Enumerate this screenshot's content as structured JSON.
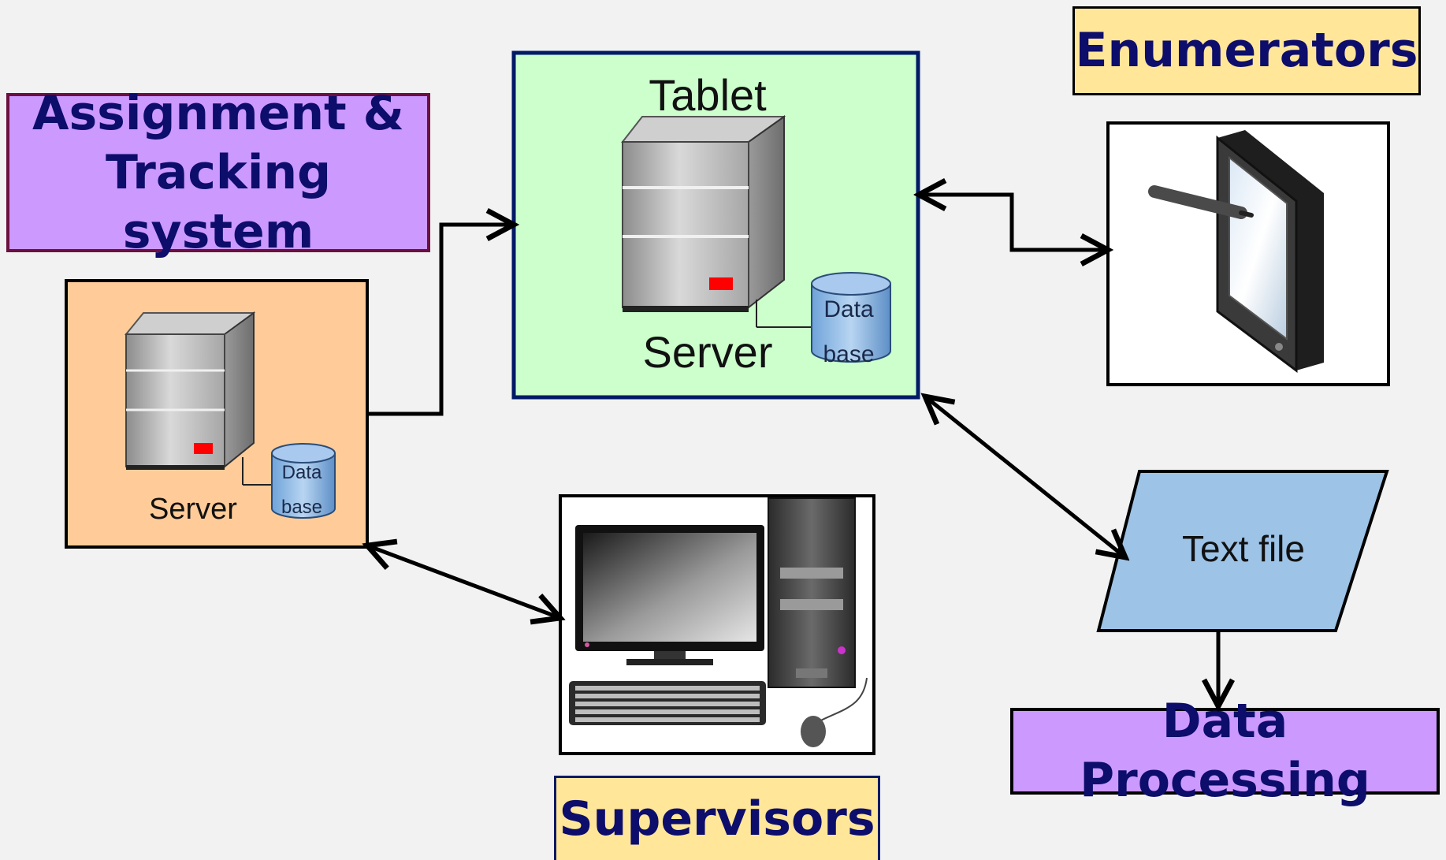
{
  "labels": {
    "assignment_line1": "Assignment &",
    "assignment_line2": "Tracking system",
    "enumerators": "Enumerators",
    "supervisors": "Supervisors",
    "data_processing": "Data Processing"
  },
  "tablet_server": {
    "title": "Tablet",
    "server_label": "Server",
    "db_line1": "Data",
    "db_line2": "base"
  },
  "ats_server": {
    "server_label": "Server",
    "db_line1": "Data",
    "db_line2": "base"
  },
  "text_file": {
    "label": "Text file"
  },
  "colors": {
    "background": "#f2f2f2",
    "purple_box": "#cc99ff",
    "purple_border": "#6b1040",
    "yellow_box": "#ffe699",
    "green_panel": "#ccffcc",
    "green_border": "#001a66",
    "orange_panel": "#ffcc99",
    "text_file_fill": "#9dc3e6",
    "label_text": "#0d0d6b"
  },
  "icons": {
    "tablet_server": "server-tower-icon",
    "database": "database-cylinder-icon",
    "tablet_device": "tablet-with-stylus-icon",
    "desktop": "desktop-computer-icon"
  }
}
